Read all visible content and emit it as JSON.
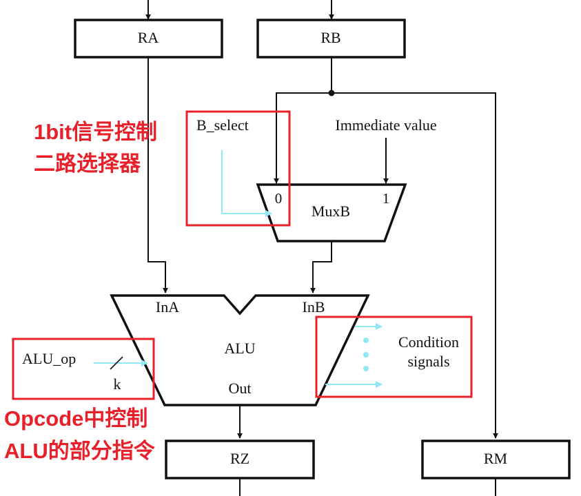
{
  "registers": {
    "ra": "RA",
    "rb": "RB",
    "rz": "RZ",
    "rm": "RM"
  },
  "mux": {
    "name": "MuxB",
    "input0": "0",
    "input1": "1",
    "select_label": "B_select",
    "immediate_label": "Immediate value"
  },
  "alu": {
    "name": "ALU",
    "in_a": "InA",
    "in_b": "InB",
    "out": "Out",
    "op_label": "ALU_op",
    "op_width": "k",
    "condition_line1": "Condition",
    "condition_line2": "signals"
  },
  "annotations": {
    "mux_line1": "1bit信号控制",
    "mux_line2": "二路选择器",
    "alu_line1": "Opcode中控制",
    "alu_line2": "ALU的部分指令"
  },
  "colors": {
    "annotation_red": "#e8202a",
    "signal_cyan": "#8fe9f5",
    "line_black": "#111111"
  }
}
